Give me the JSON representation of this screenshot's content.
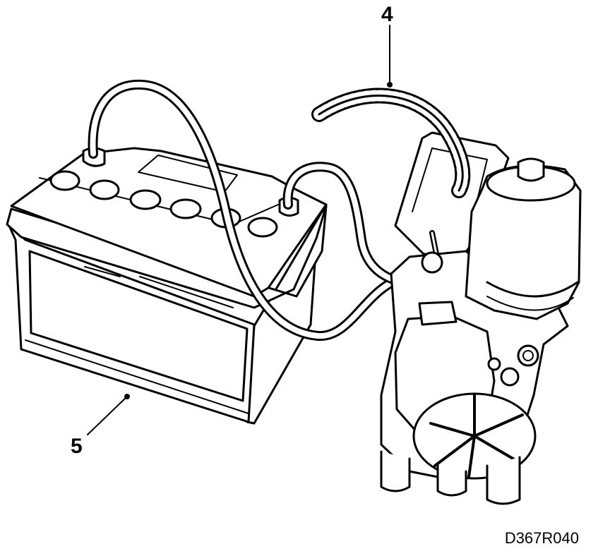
{
  "callouts": [
    {
      "id": "4",
      "label": "4"
    },
    {
      "id": "5",
      "label": "5"
    }
  ],
  "figure_code": "D367R040",
  "colors": {
    "line": "#000000",
    "fill": "#ffffff"
  }
}
